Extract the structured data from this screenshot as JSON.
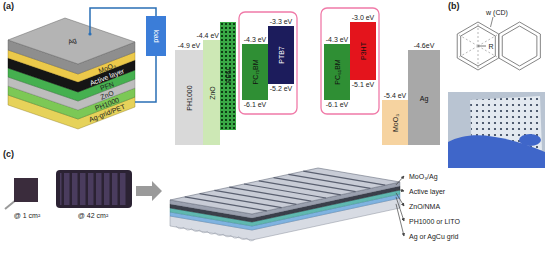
{
  "diagram": {
    "nodes": [
      {
        "text": [
          "load"
        ]
      },
      {
        "text": [
          "-4.9 eV",
          "PH1000"
        ]
      },
      {
        "text": [
          "-4.4 eV",
          "ZnO"
        ]
      },
      {
        "text": [
          "PFN"
        ]
      },
      {
        "text": [
          "-4.3 eV",
          "PC₇₁BM",
          "-6.1 eV"
        ]
      },
      {
        "text": [
          "-3.3 eV",
          "PTB7",
          "-5.2 eV"
        ]
      },
      {
        "text": [
          "-4.3 eV",
          "PC₆₁BM",
          "-6.1 eV"
        ]
      },
      {
        "text": [
          "-3.0 eV",
          "P3HT",
          "-5.1 eV"
        ]
      },
      {
        "text": [
          "-5.4 eV",
          "MoO₃"
        ]
      },
      {
        "text": [
          "-4.6eV",
          "Ag"
        ]
      }
    ],
    "labels": [
      "(a)",
      "(b)",
      "(c)",
      "Ag",
      "MoO₃",
      "Active layer",
      "PFN",
      "ZnO",
      "PH1000",
      "Ag-grid/PET",
      "w (CD)",
      "R",
      "@ 1 cm²",
      "@ 42 cm²",
      "MoO₃/Ag",
      "Active layer",
      "ZnO/NMA",
      "PH1000 or LITO",
      "Ag or AgCu grid"
    ]
  }
}
